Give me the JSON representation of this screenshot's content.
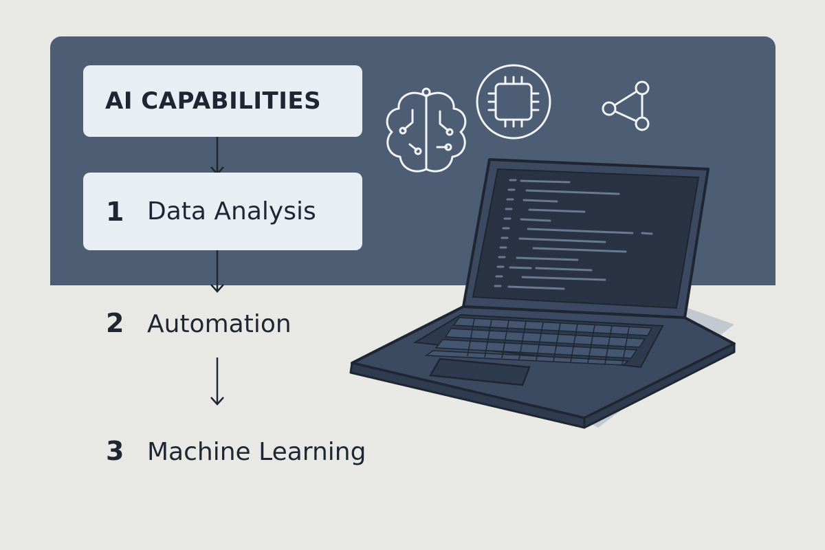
{
  "diagram": {
    "title": "AI CAPABILITIES",
    "steps": [
      {
        "number": "1",
        "label": "Data Analysis"
      },
      {
        "number": "2",
        "label": "Automation"
      },
      {
        "number": "3",
        "label": "Machine Learning"
      }
    ],
    "icons": [
      "brain-circuit-icon",
      "ai-chip-icon",
      "share-nodes-icon",
      "laptop-code-illustration"
    ],
    "colors": {
      "background": "#e8e8e5",
      "panel": "#4c5d74",
      "box": "#e9eef5",
      "text": "#1f2632",
      "laptop_body": "#3b4a60",
      "screen": "#2a3343"
    }
  }
}
